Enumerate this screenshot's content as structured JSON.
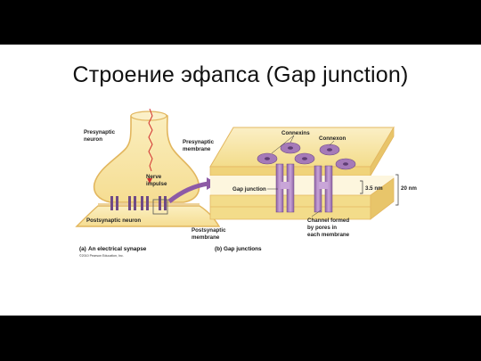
{
  "slide_title": "Строение эфапса (Gap junction)",
  "panel_a": {
    "label_presynaptic": [
      "Presynaptic",
      "neuron"
    ],
    "label_nerve": [
      "Nerve",
      "impulse"
    ],
    "label_postsynaptic": "Postsynaptic neuron",
    "caption_letter": "(a)",
    "caption_text": "An electrical synapse",
    "copyright": "©2010 Pearson Education, Inc."
  },
  "panel_b": {
    "label_presynaptic_membrane": [
      "Presynaptic",
      "membrane"
    ],
    "label_connexins": "Connexins",
    "label_connexon": "Connexon",
    "label_gap_junction": "Gap junction",
    "label_gap_width": "3.5 nm",
    "label_total_width": "20 nm",
    "label_channel": [
      "Channel formed",
      "by pores in",
      "each membrane"
    ],
    "label_postsynaptic_membrane": [
      "Postsynaptic",
      "membrane"
    ],
    "caption_letter": "(b)",
    "caption_text": "Gap junctions"
  },
  "colors": {
    "membrane_yellow": "#f3dc8a",
    "membrane_light": "#fbefc0",
    "membrane_edge": "#e3b760",
    "connexon_purple": "#a57ab8",
    "connexon_dark": "#6f4a86",
    "arrow_purple": "#8d5aa6"
  }
}
